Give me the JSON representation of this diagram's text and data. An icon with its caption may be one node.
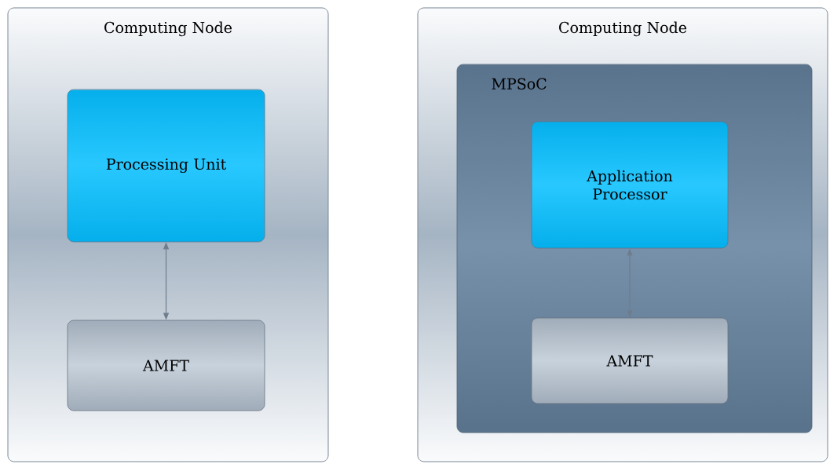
{
  "diagram": {
    "nodes": [
      {
        "text": [
          "Computing Node"
        ]
      },
      {
        "text": [
          "Processing Unit"
        ],
        "in": 0
      },
      {
        "text": [
          "AMFT"
        ],
        "in": 0
      },
      {
        "text": [
          "Computing Node"
        ]
      },
      {
        "text": [
          "MPSoC"
        ],
        "in": 3
      },
      {
        "text": [
          "Application Processor"
        ],
        "in": 4
      },
      {
        "text": [
          "AMFT"
        ],
        "in": 4
      }
    ],
    "edges": [
      {
        "from": 1,
        "to": 2,
        "arrow": "both"
      },
      {
        "from": 5,
        "to": 6,
        "arrow": "both"
      }
    ]
  }
}
